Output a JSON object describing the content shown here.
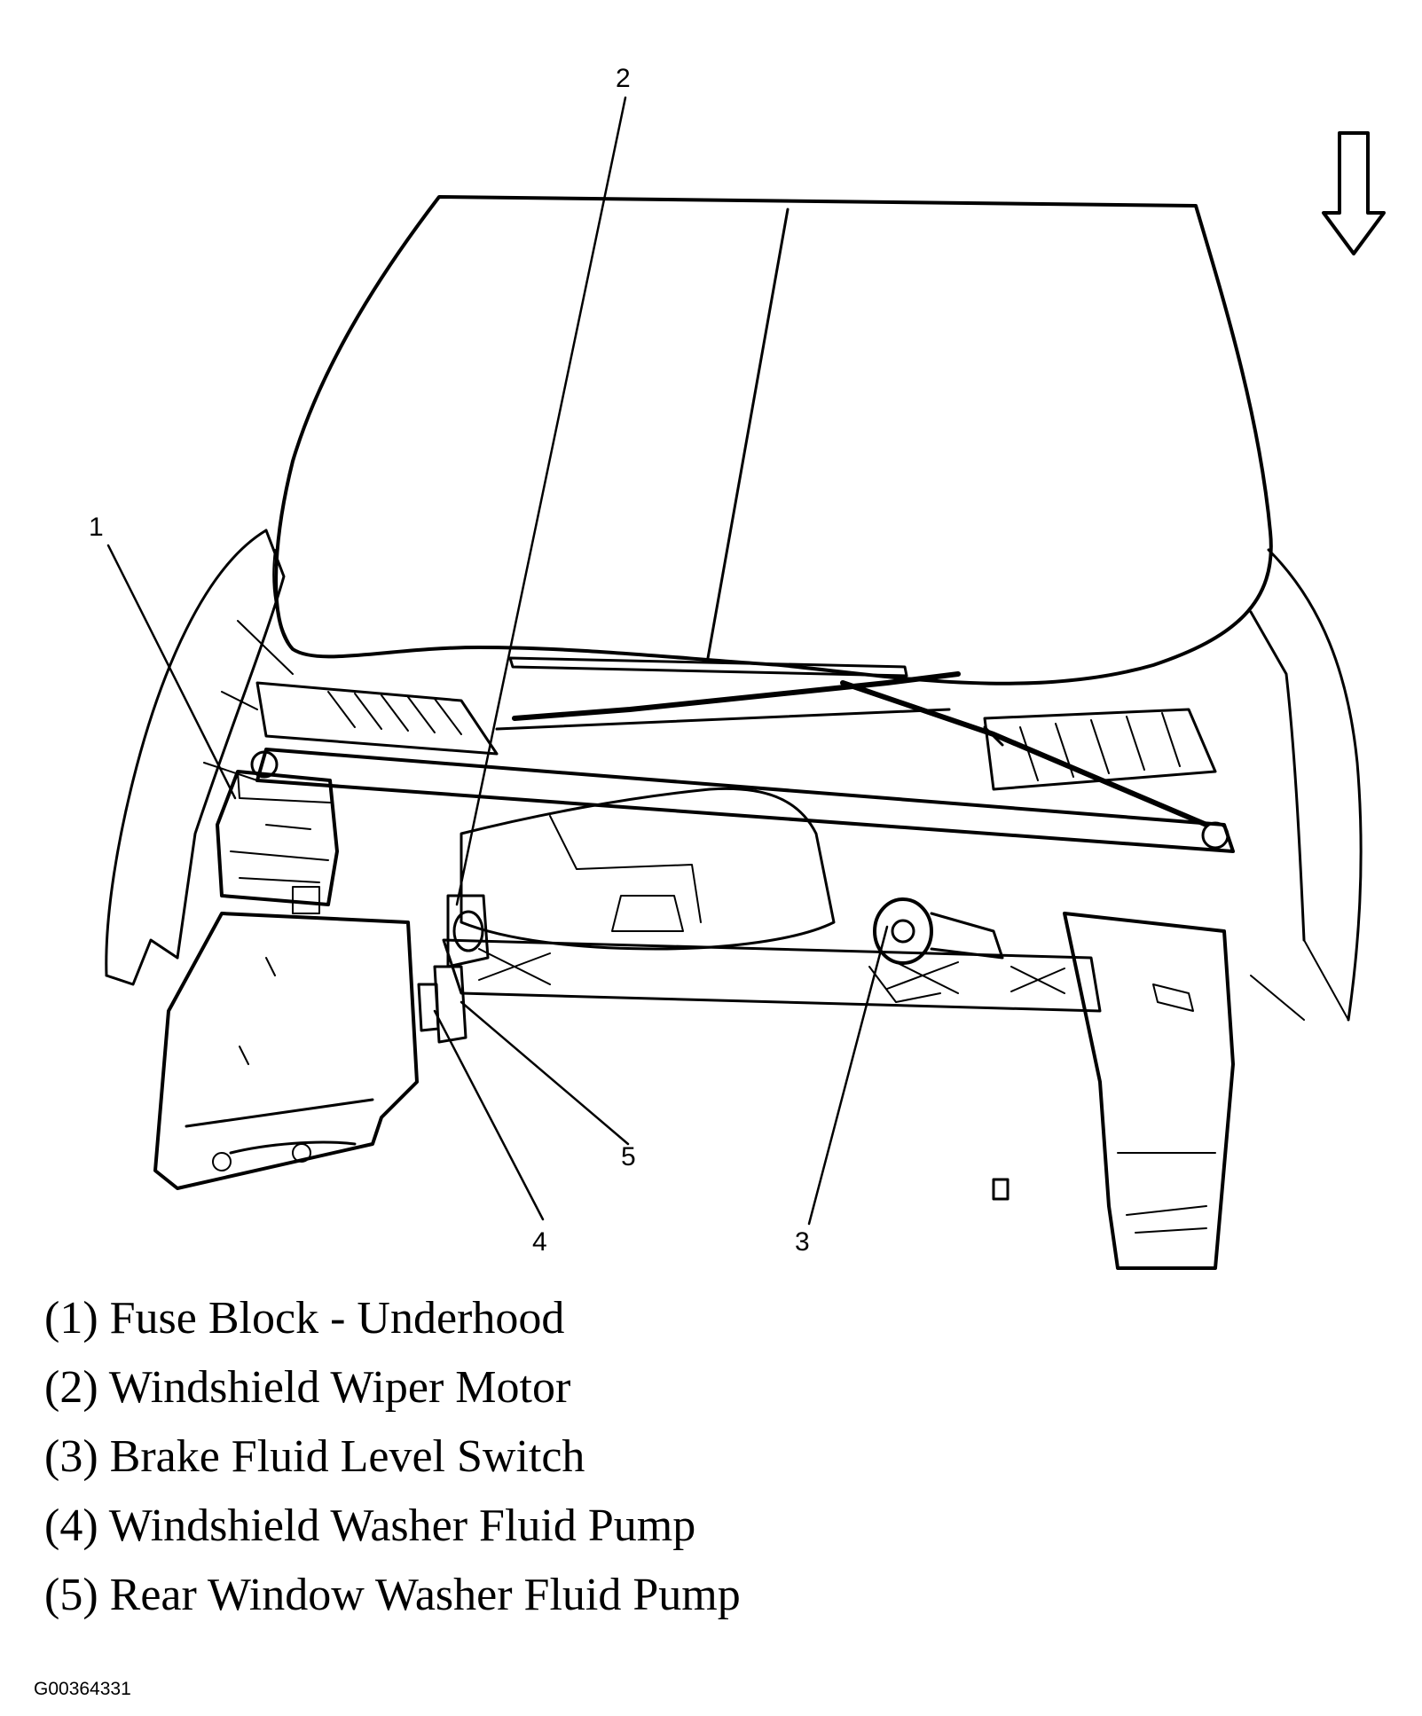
{
  "callouts": {
    "c1": "1",
    "c2": "2",
    "c3": "3",
    "c4": "4",
    "c5": "5"
  },
  "legend": [
    {
      "number": "(1)",
      "label": "Fuse Block - Underhood"
    },
    {
      "number": "(2)",
      "label": "Windshield Wiper Motor"
    },
    {
      "number": "(3)",
      "label": "Brake Fluid Level Switch"
    },
    {
      "number": "(4)",
      "label": "Windshield Washer Fluid Pump"
    },
    {
      "number": "(5)",
      "label": "Rear Window Washer Fluid Pump"
    }
  ],
  "figure_id": "G00364331",
  "icons": {
    "direction": "arrow-down-icon"
  },
  "colors": {
    "ink": "#000000",
    "paper": "#ffffff"
  }
}
